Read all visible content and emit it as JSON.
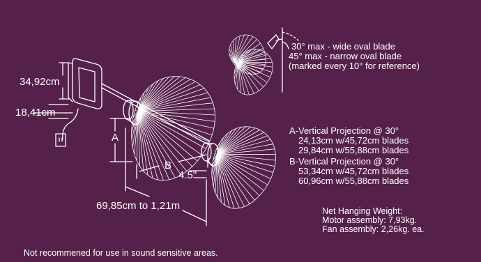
{
  "colors": {
    "background": "#55214a",
    "line": "#ffffff"
  },
  "dimensions": {
    "motor_height": "34,92cm",
    "motor_depth": "18,41cm",
    "label_a": "A",
    "label_b": "B",
    "blade_offset": "4.5\"",
    "span_range": "69,85cm to 1,21m"
  },
  "tilt_note": {
    "line1": "30° max - wide oval blade",
    "line2": "45° max - narrow oval blade",
    "line3": "(marked every 10° for reference)"
  },
  "projections": {
    "a_title": "A-Vertical Projection @ 30°",
    "a_line1": "24,13cm w/45,72cm blades",
    "a_line2": "29,84cm w/55,88cm blades",
    "b_title": "B-Vertical Projection @ 30°",
    "b_line1": "53,34cm w/45,72cm blades",
    "b_line2": "60,96cm w/55,88cm blades"
  },
  "weights": {
    "title": "Net Hanging Weight:",
    "motor": "Motor assembly: 7,93kg.",
    "fan": "Fan assembly: 2,26kg. ea."
  },
  "footer_note": "Not recommened for use in sound sensitive areas."
}
